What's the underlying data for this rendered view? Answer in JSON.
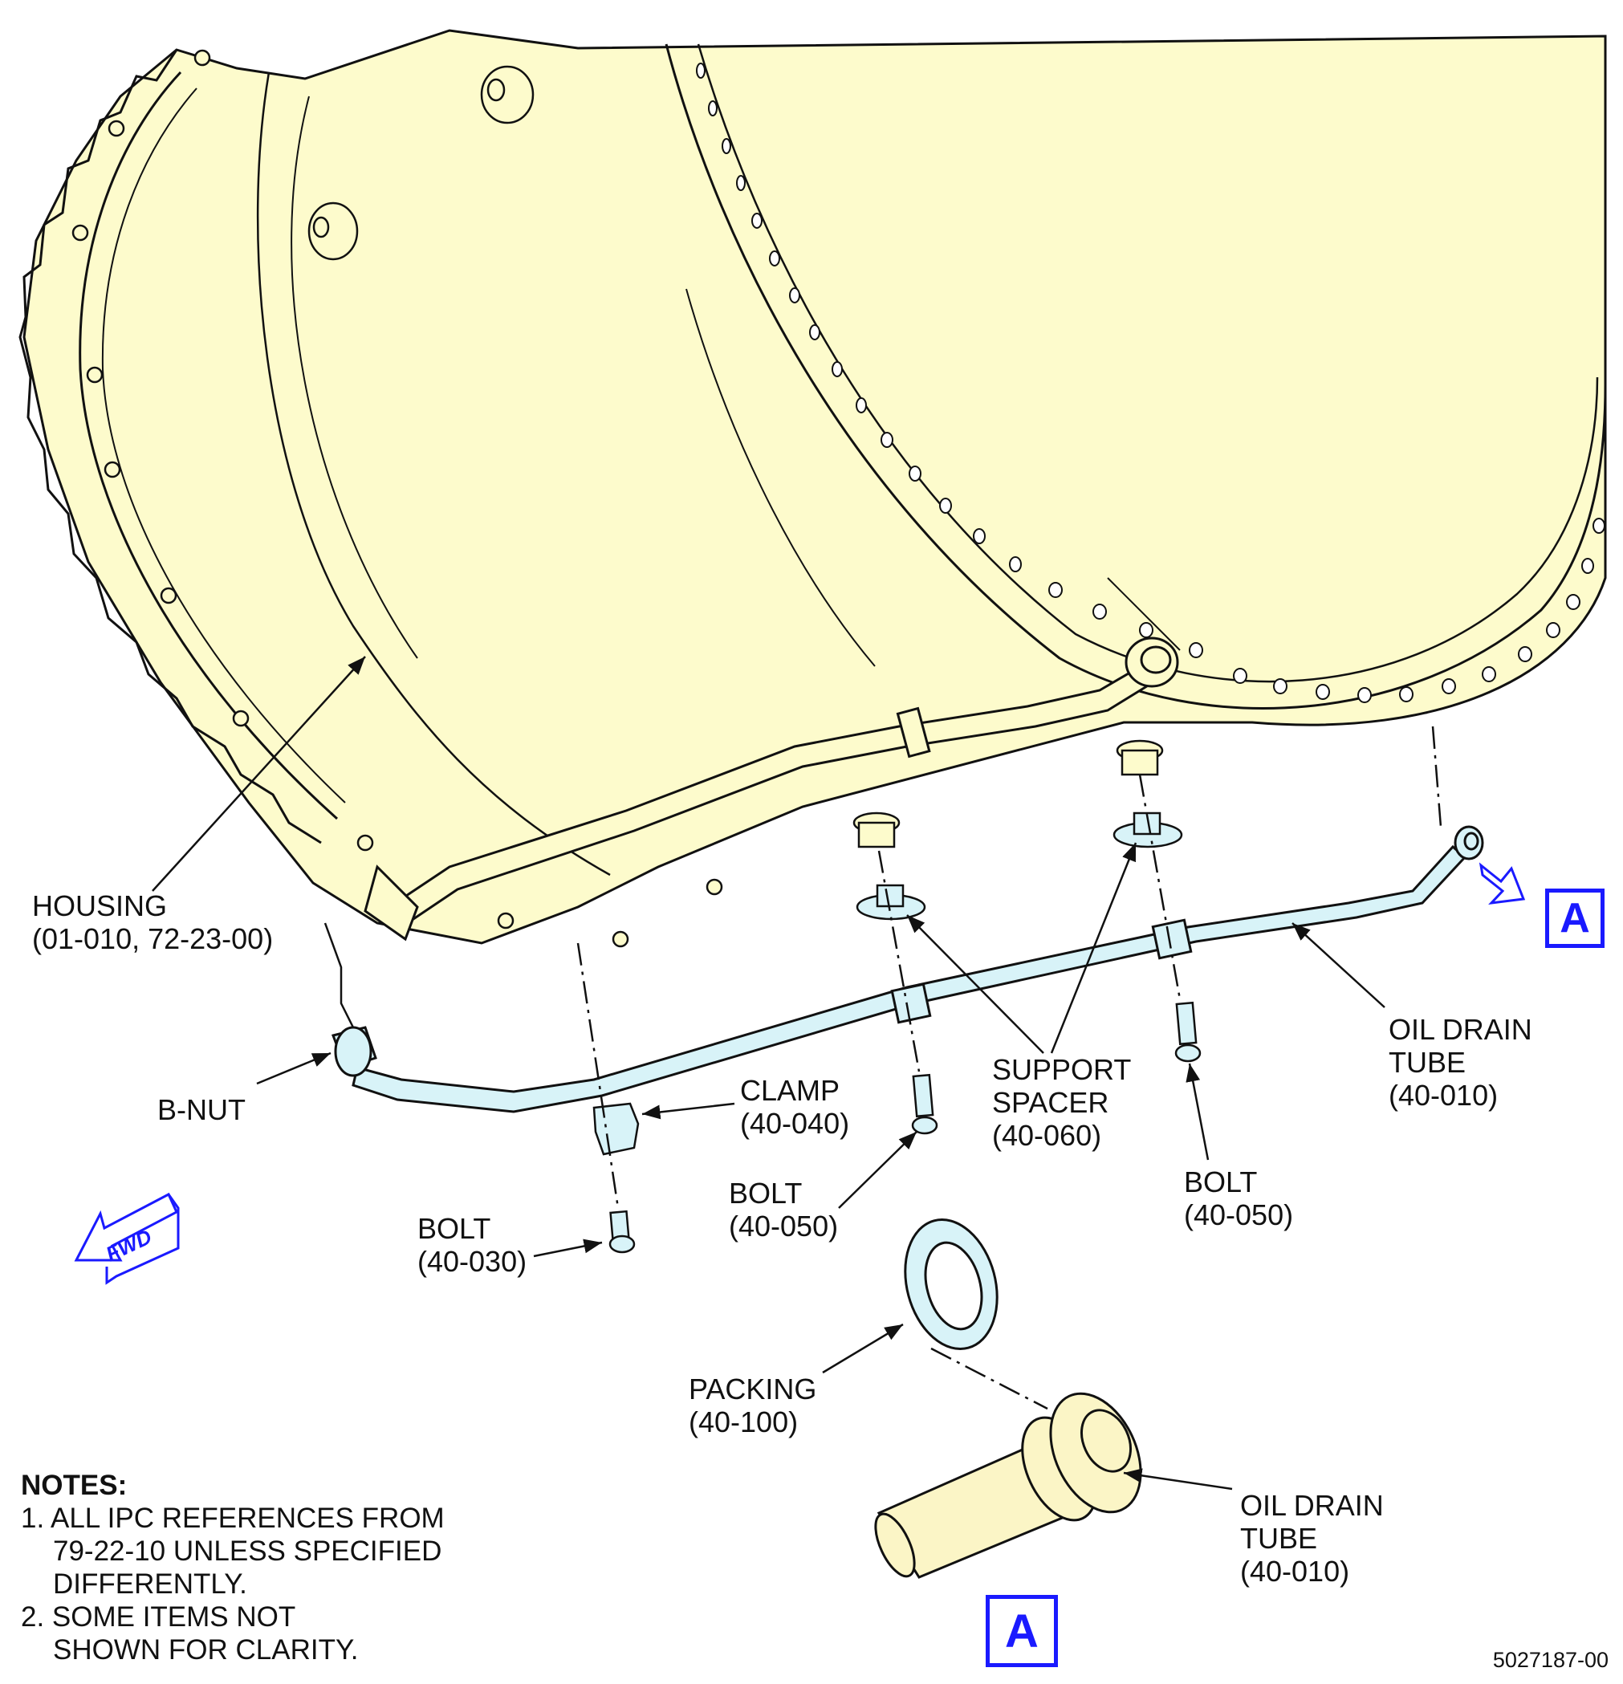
{
  "labels": {
    "housing": [
      "HOUSING",
      "(01-010, 72-23-00)"
    ],
    "b_nut": [
      "B-NUT"
    ],
    "clamp": [
      "CLAMP",
      "(40-040)"
    ],
    "bolt_030": [
      "BOLT",
      "(40-030)"
    ],
    "bolt_050_left": [
      "BOLT",
      "(40-050)"
    ],
    "support_spacer": [
      "SUPPORT",
      "SPACER",
      "(40-060)"
    ],
    "bolt_050_right": [
      "BOLT",
      "(40-050)"
    ],
    "oil_drain_tube_top": [
      "OIL DRAIN",
      "TUBE",
      "(40-010)"
    ],
    "packing": [
      "PACKING",
      "(40-100)"
    ],
    "oil_drain_tube_detail": [
      "OIL DRAIN",
      "TUBE",
      "(40-010)"
    ]
  },
  "view_marker": "A",
  "fwd_label": "FWD",
  "notes": {
    "heading": "NOTES:",
    "lines": [
      "1. ALL IPC REFERENCES FROM",
      "79-22-10 UNLESS SPECIFIED",
      "DIFFERENTLY.",
      "2. SOME ITEMS NOT",
      "SHOWN FOR CLARITY."
    ]
  },
  "doc_number": "5027187-00",
  "colors": {
    "housing_fill": "#fdfbcc",
    "tube_fill": "#d8f3f8",
    "detail_fill": "#fbf5c6",
    "line": "#111111",
    "accent_blue": "#1a1aff"
  }
}
